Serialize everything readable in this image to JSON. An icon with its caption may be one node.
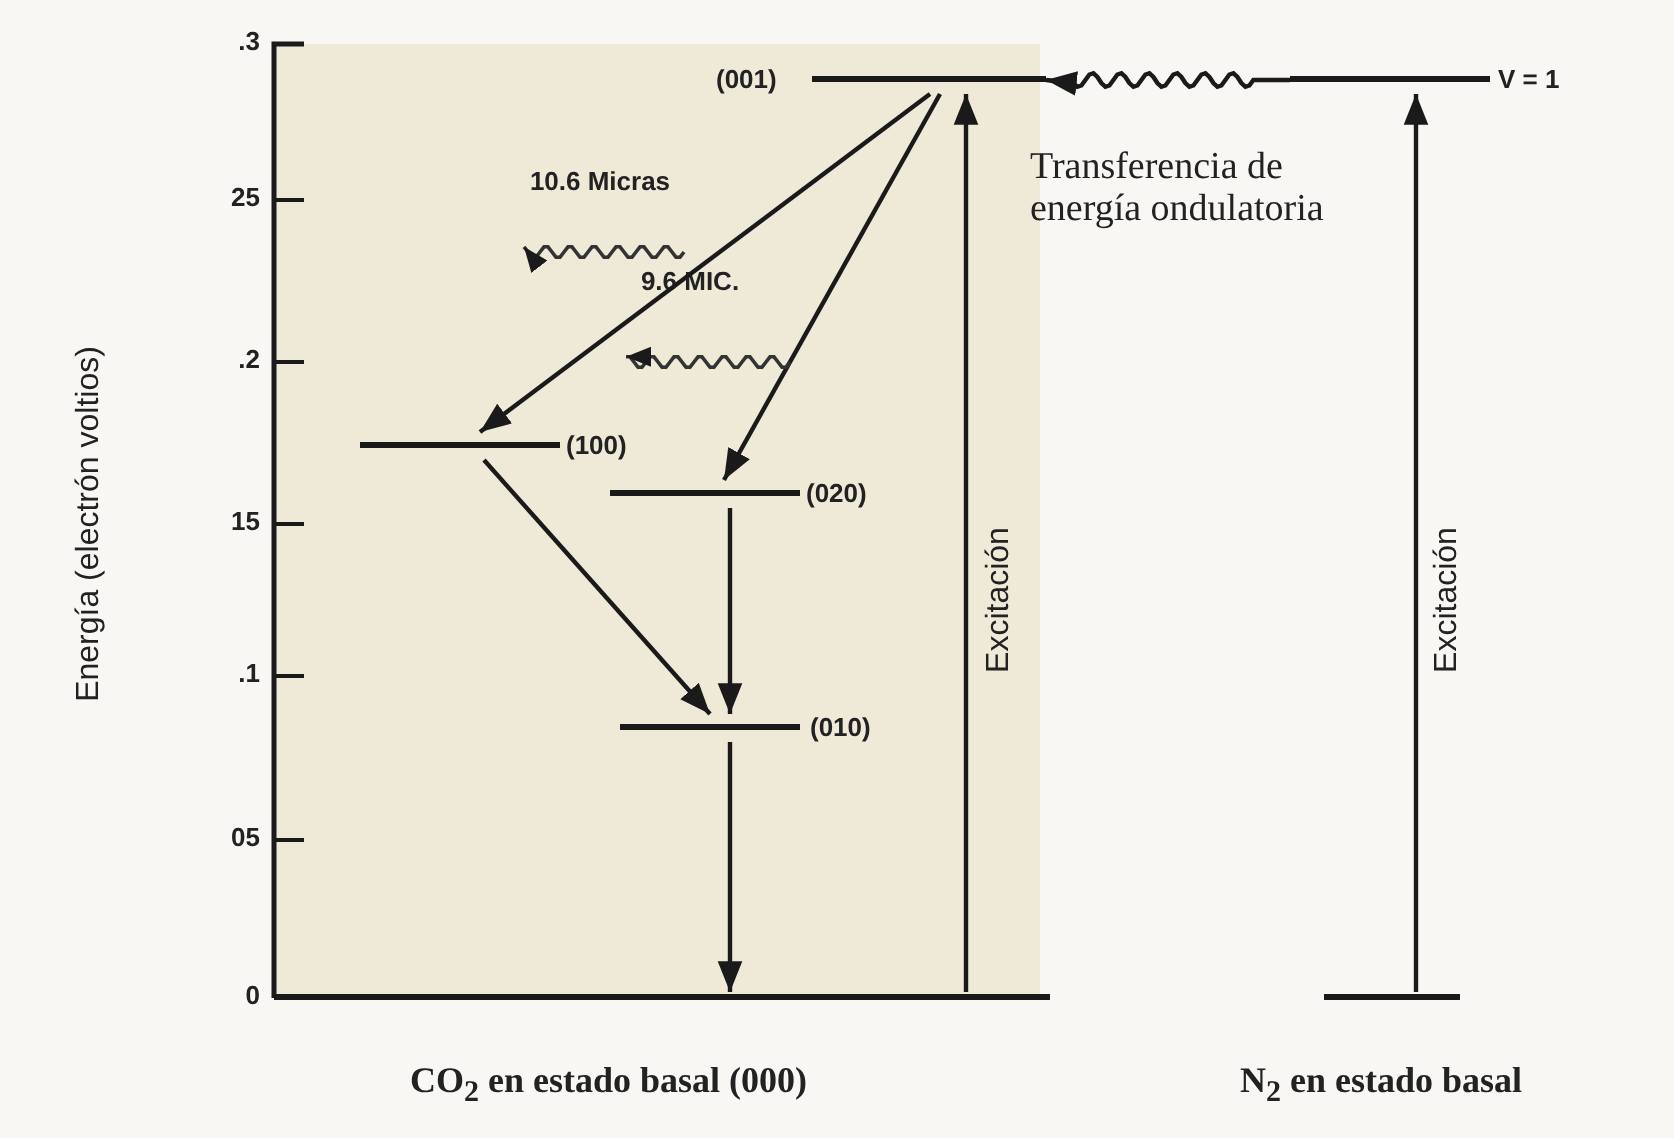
{
  "diagram": {
    "nodes": [
      {
        "text": [
          "(001)"
        ]
      },
      {
        "text": [
          "(100)"
        ]
      },
      {
        "text": [
          "(020)"
        ]
      },
      {
        "text": [
          "(010)"
        ]
      },
      {
        "text": [],
        "shape": "bar"
      },
      {
        "text": [
          "V = 1"
        ]
      },
      {
        "text": [],
        "shape": "bar"
      }
    ],
    "edges": [
      {
        "from": 0,
        "to": 1,
        "arrow": "to"
      },
      {
        "from": 0,
        "to": 2,
        "arrow": "to"
      },
      {
        "from": 1,
        "to": 3,
        "arrow": "to"
      },
      {
        "from": 2,
        "to": 3,
        "arrow": "to"
      },
      {
        "from": 3,
        "to": 4,
        "arrow": "to"
      },
      {
        "from": 4,
        "to": 0,
        "arrow": "to",
        "label": "Excitación"
      },
      {
        "from": 6,
        "to": 5,
        "arrow": "to",
        "label": "Excitación"
      },
      {
        "from": 5,
        "to": 0,
        "arrow": "to"
      }
    ],
    "labels": [
      "10.6 Micras",
      "9.6 MIC.",
      "Transferencia de energía ondulatoria",
      "Energía (electrón voltios)",
      ".3",
      "25",
      ".2",
      "15",
      ".1",
      "05",
      "0",
      "CO$_{2}$ en estado basal (000)",
      "N$_{2}$ en estado basal"
    ]
  }
}
